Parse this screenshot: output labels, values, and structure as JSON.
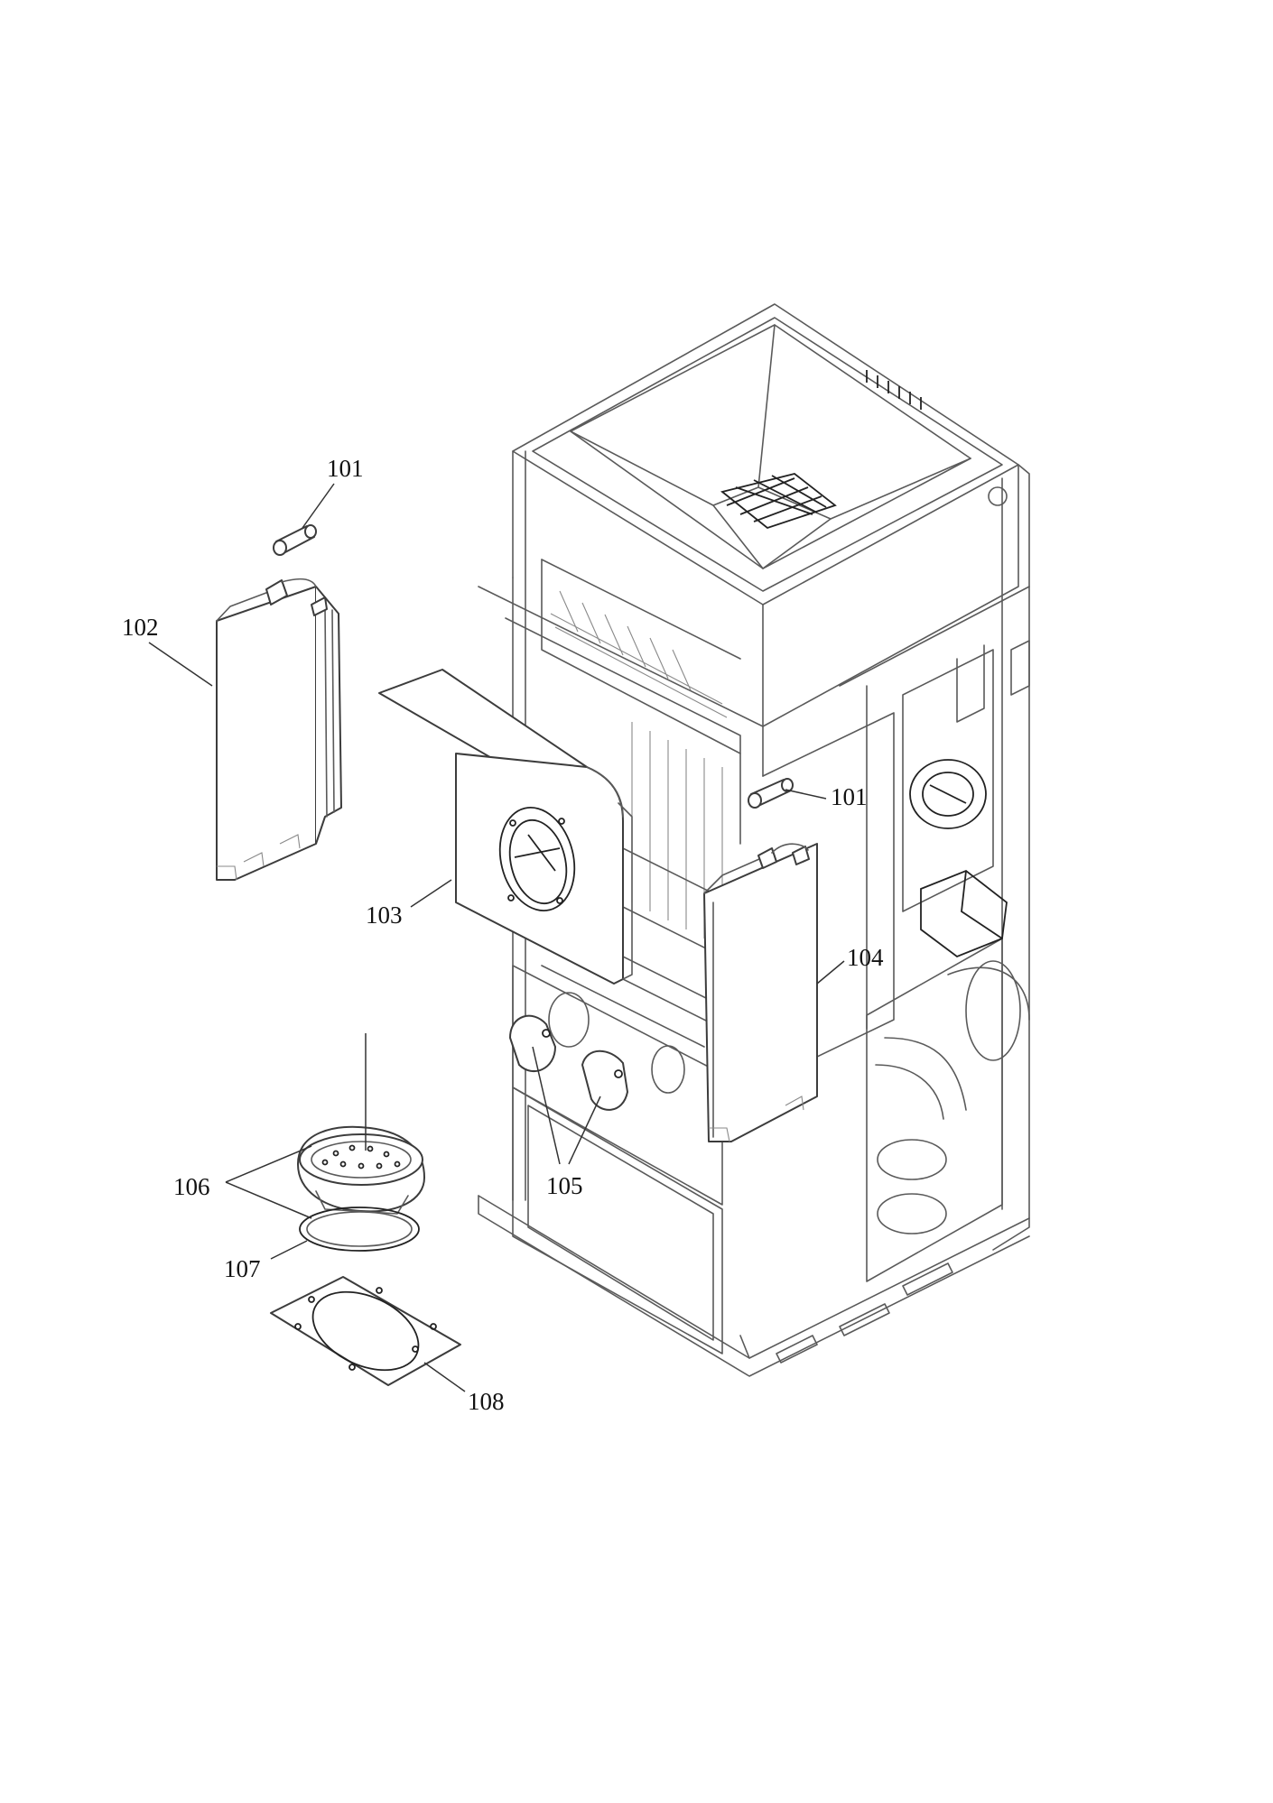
{
  "callouts": {
    "c101a": "101",
    "c101b": "101",
    "c102": "102",
    "c103": "103",
    "c104": "104",
    "c105": "105",
    "c106": "106",
    "c107": "107",
    "c108": "108"
  }
}
